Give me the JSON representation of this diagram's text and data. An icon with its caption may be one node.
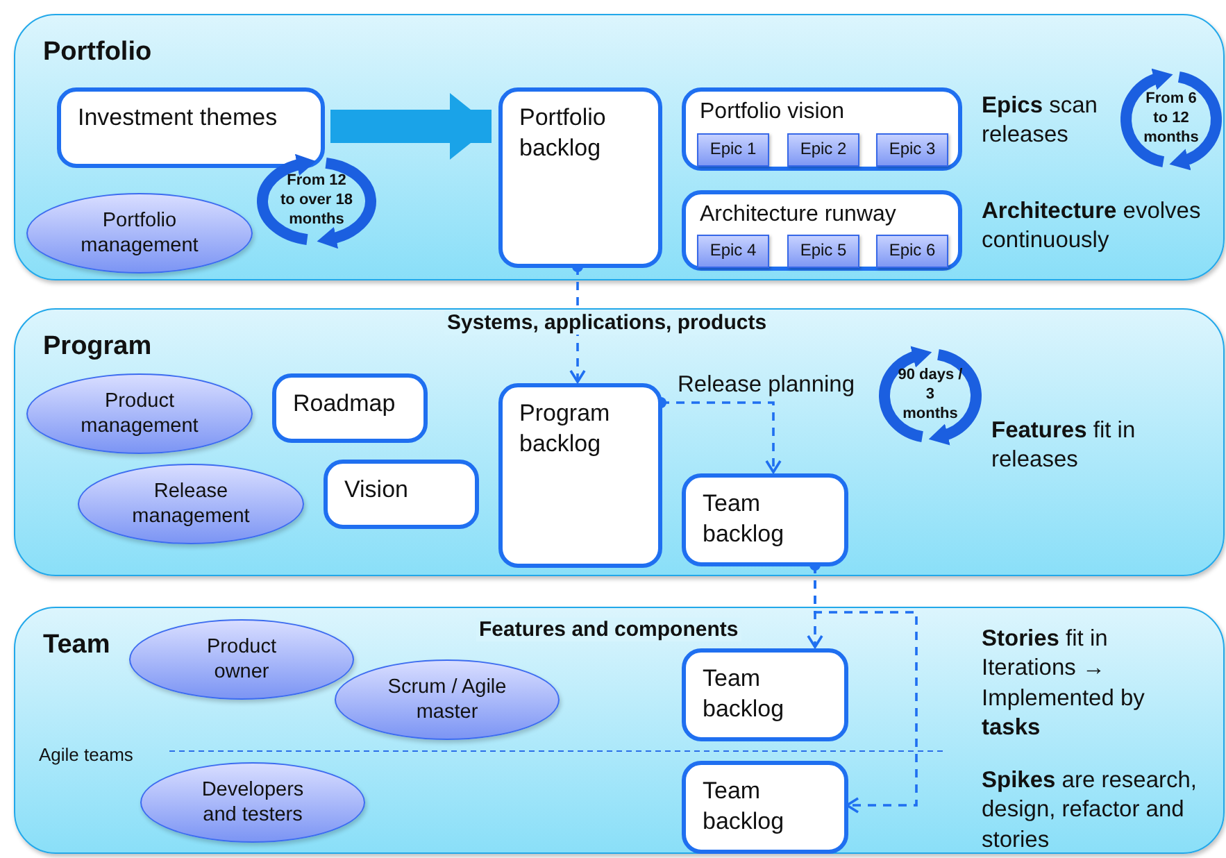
{
  "diagram": {
    "nodes": [
      {
        "text": [
          "Portfolio"
        ]
      },
      {
        "text": [
          "Investment themes"
        ],
        "in": 0
      },
      {
        "text": [
          "Portfolio management"
        ],
        "in": 0
      },
      {
        "text": [
          "From 12 to over 18 months"
        ],
        "in": 0
      },
      {
        "text": [
          "Portfolio backlog"
        ],
        "in": 0
      },
      {
        "text": [
          "Portfolio vision"
        ],
        "in": 0
      },
      {
        "text": [
          "Epic 1"
        ],
        "in": 5
      },
      {
        "text": [
          "Epic 2"
        ],
        "in": 5
      },
      {
        "text": [
          "Epic 3"
        ],
        "in": 5
      },
      {
        "text": [
          "Architecture runway"
        ],
        "in": 0
      },
      {
        "text": [
          "Epic 4"
        ],
        "in": 9
      },
      {
        "text": [
          "Epic 5"
        ],
        "in": 9
      },
      {
        "text": [
          "Epic 6"
        ],
        "in": 9
      },
      {
        "text": [
          "From 6 to 12 months"
        ],
        "in": 0
      },
      {
        "text": [
          "Program"
        ]
      },
      {
        "text": [
          "Product management"
        ],
        "in": 14
      },
      {
        "text": [
          "Release management"
        ],
        "in": 14
      },
      {
        "text": [
          "Roadmap"
        ],
        "in": 14
      },
      {
        "text": [
          "Vision"
        ],
        "in": 14
      },
      {
        "text": [
          "Program backlog"
        ],
        "in": 14
      },
      {
        "text": [
          "Team backlog"
        ],
        "in": 14
      },
      {
        "text": [
          "90 days / 3 months"
        ],
        "in": 14
      },
      {
        "text": [
          "Team"
        ]
      },
      {
        "text": [
          "Product owner"
        ],
        "in": 22
      },
      {
        "text": [
          "Scrum / Agile master"
        ],
        "in": 22
      },
      {
        "text": [
          "Developers and testers"
        ],
        "in": 22
      },
      {
        "text": [
          "Team backlog"
        ],
        "in": 22
      },
      {
        "text": [
          "Team backlog"
        ],
        "in": 22
      }
    ],
    "edges": [
      {
        "from": 1,
        "to": 4,
        "arrow": "to",
        "style": "thick",
        "color": "#1aa3e8"
      },
      {
        "from": 4,
        "to": 19,
        "arrow": "to",
        "style": "dashed",
        "label": "Systems, applications, products"
      },
      {
        "from": 19,
        "to": 20,
        "arrow": "to",
        "style": "dashed",
        "label": "Release planning"
      },
      {
        "from": 20,
        "to": 26,
        "arrow": "to",
        "style": "dashed",
        "label": "Features and components"
      },
      {
        "from": 20,
        "to": 27,
        "arrow": "to",
        "style": "dashed"
      }
    ],
    "labels": [
      "**Epics** scan releases",
      "**Architecture** evolves continuously",
      "**Features** fit in releases",
      "**Stories** fit in Iterations → Implemented by **tasks**",
      "**Spikes** are research, design, refactor and stories",
      "Agile teams"
    ]
  }
}
